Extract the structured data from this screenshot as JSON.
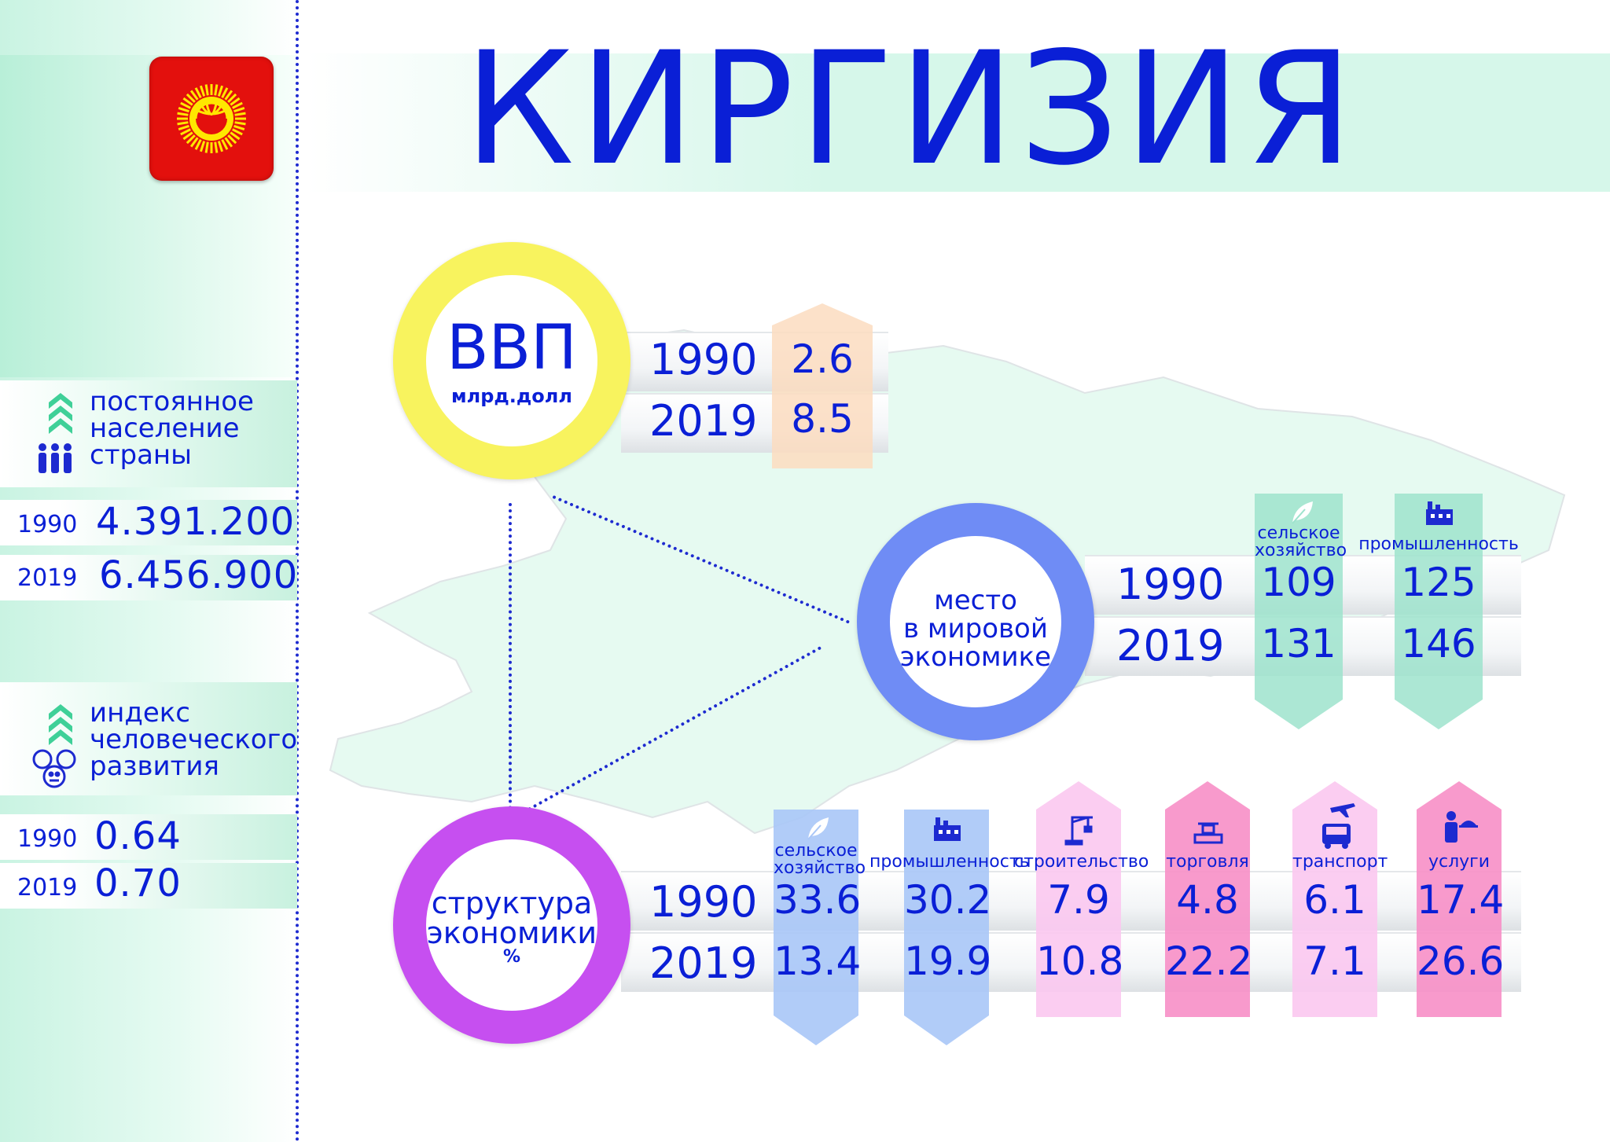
{
  "title": "КИРГИЗИЯ",
  "colors": {
    "accent": "#0a1fd6",
    "gdp_ring": "#f8f35e",
    "place_ring": "#6f8cf5",
    "structure_ring": "#c64ff0",
    "flag": "#e3100d"
  },
  "sidebar": {
    "population": {
      "label_lines": [
        "постоянное",
        "население",
        "страны"
      ],
      "icon": "people-icon",
      "rows": [
        {
          "year": "1990",
          "value": "4.391.200"
        },
        {
          "year": "2019",
          "value": "6.456.900"
        }
      ]
    },
    "hdi": {
      "label_lines": [
        "индекс",
        "человеческого",
        "развития"
      ],
      "icon": "faces-icon",
      "rows": [
        {
          "year": "1990",
          "value": "0.64"
        },
        {
          "year": "2019",
          "value": "0.70"
        }
      ]
    }
  },
  "gdp": {
    "title": "ВВП",
    "unit": "млрд.долл",
    "rows": [
      {
        "year": "1990",
        "value": "2.6"
      },
      {
        "year": "2019",
        "value": "8.5"
      }
    ]
  },
  "place": {
    "title_lines": [
      "место",
      "в мировой",
      "экономике"
    ],
    "years": [
      "1990",
      "2019"
    ],
    "columns": [
      {
        "label_lines": [
          "сельское",
          "хозяйство"
        ],
        "icon": "leaf-icon",
        "v1990": "109",
        "v2019": "131",
        "color": "#9ee3cd"
      },
      {
        "label_lines": [
          "промышленность"
        ],
        "icon": "factory-icon",
        "v1990": "125",
        "v2019": "146",
        "color": "#9ee3cd"
      }
    ]
  },
  "structure": {
    "title_lines": [
      "структура",
      "экономики",
      "%"
    ],
    "years": [
      "1990",
      "2019"
    ],
    "columns": [
      {
        "label_lines": [
          "сельское",
          "хозяйство"
        ],
        "icon": "leaf-icon",
        "v1990": "33.6",
        "v2019": "13.4",
        "color": "#a9c6f7"
      },
      {
        "label_lines": [
          "промышленность"
        ],
        "icon": "factory-icon",
        "v1990": "30.2",
        "v2019": "19.9",
        "color": "#a9c6f7"
      },
      {
        "label_lines": [
          "строительство"
        ],
        "icon": "crane-icon",
        "v1990": "7.9",
        "v2019": "10.8",
        "color": "#fbc8f0"
      },
      {
        "label_lines": [
          "торговля"
        ],
        "icon": "scale-icon",
        "v1990": "4.8",
        "v2019": "22.2",
        "color": "#f78fc6"
      },
      {
        "label_lines": [
          "транспорт"
        ],
        "icon": "truck-plane-icon",
        "v1990": "6.1",
        "v2019": "7.1",
        "color": "#fbc8f0"
      },
      {
        "label_lines": [
          "услуги"
        ],
        "icon": "waiter-icon",
        "v1990": "17.4",
        "v2019": "26.6",
        "color": "#f78fc6"
      }
    ]
  }
}
